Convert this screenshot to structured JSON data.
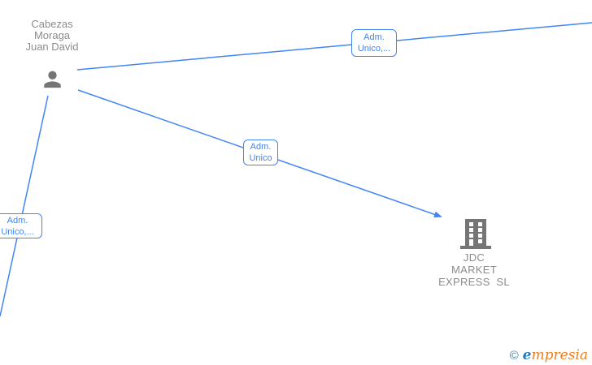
{
  "diagram": {
    "person": {
      "name": "Cabezas Moraga Juan David",
      "lines": [
        "Cabezas",
        "Moraga",
        "Juan David"
      ]
    },
    "company": {
      "name": "JDC MARKET EXPRESS SL",
      "lines": [
        "JDC",
        "MARKET",
        "EXPRESS  SL"
      ]
    },
    "edges": [
      {
        "id": "top",
        "label_line1": "Adm.",
        "label_line2": "Unico,..."
      },
      {
        "id": "mid",
        "label_line1": "Adm.",
        "label_line2": "Unico"
      },
      {
        "id": "left",
        "label_line1": "Adm.",
        "label_line2": "Unico,..."
      }
    ]
  },
  "footer": {
    "copyright": "©",
    "brand_first_letter": "e",
    "brand_rest": "mpresia"
  },
  "colors": {
    "edge_blue": "#4285f4",
    "node_text_gray": "#8c8c8c",
    "icon_gray": "#757575",
    "brand_blue": "#2579b9",
    "brand_orange": "#ee7d1d",
    "copyright_teal": "#43809c"
  }
}
